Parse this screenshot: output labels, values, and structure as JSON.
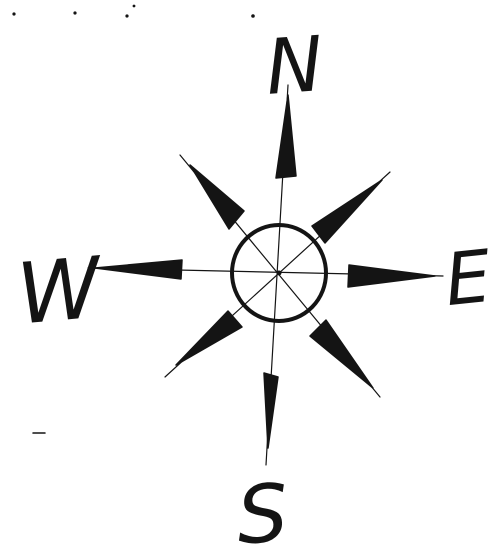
{
  "compass": {
    "labels": {
      "north": "N",
      "east": "E",
      "south": "S",
      "west": "W"
    }
  },
  "colors": {
    "ink": "#141414",
    "paper": "#ffffff"
  }
}
